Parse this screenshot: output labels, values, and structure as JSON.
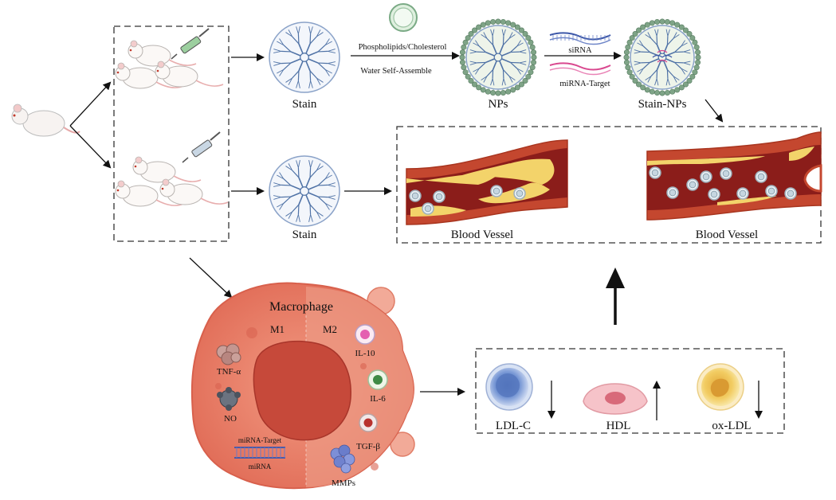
{
  "labels": {
    "stain_top": "Stain",
    "stain_bottom": "Stain",
    "phospholipids": "Phospholipids/Cholesterol",
    "water_self_assemble": "Water Self-Assemble",
    "nps": "NPs",
    "sirna": "siRNA",
    "mirna_target": "miRNA-Target",
    "stain_nps": "Stain-NPs",
    "blood_vessel_left": "Blood Vessel",
    "blood_vessel_right": "Blood Vessel"
  },
  "macrophage": {
    "title": "Macrophage",
    "m1": "M1",
    "m2": "M2",
    "m1_factors": [
      "TNF-α",
      "NO"
    ],
    "m2_factors": [
      "IL-10",
      "IL-6",
      "TGF-β",
      "MMPs"
    ],
    "mirna_target": "miRNA-Target",
    "mirna": "miRNA"
  },
  "lipids": [
    {
      "name": "LDL-C",
      "trend": "down"
    },
    {
      "name": "HDL",
      "trend": "up"
    },
    {
      "name": "ox-LDL",
      "trend": "down"
    }
  ],
  "colors": {
    "plaque": "#f3d36a",
    "vessel_wall": "#c4472f",
    "lumen": "#8b1d1a",
    "stain_blue": "#5b7fb0",
    "shell_green": "#6f9a7a",
    "macrophage": "#e77a66",
    "ldl": "#5c7fc0",
    "hdl": "#ea8f9b",
    "oxldl": "#e8b84a"
  }
}
